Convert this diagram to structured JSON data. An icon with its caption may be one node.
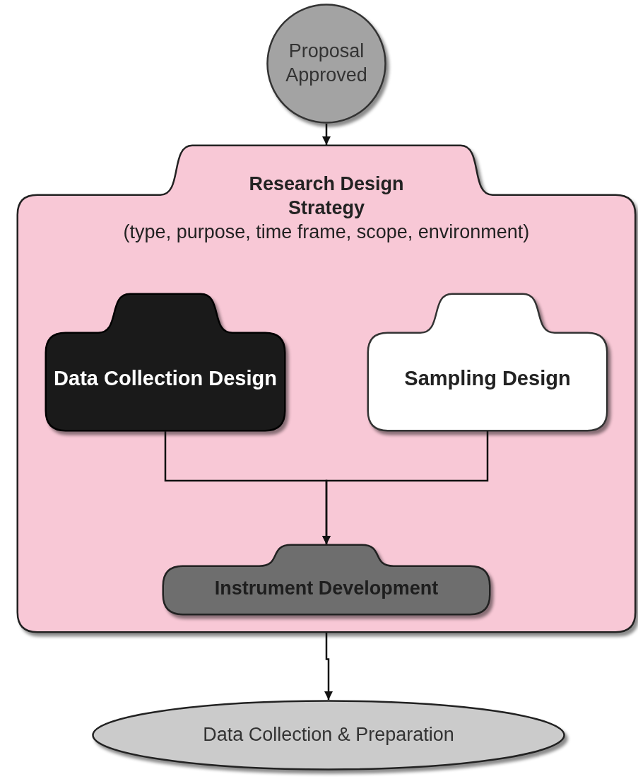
{
  "diagram": {
    "nodes": [
      {
        "text": [
          "Proposal Approved"
        ]
      },
      {
        "text": [
          "Research Design Strategy",
          "(type, purpose, time frame, scope, environment)"
        ]
      },
      {
        "text": [
          "Data Collection Design"
        ],
        "in": 1
      },
      {
        "text": [
          "Sampling Design"
        ],
        "in": 1
      },
      {
        "text": [
          "Instrument Development"
        ],
        "in": 1
      },
      {
        "text": [
          "Data Collection & Preparation"
        ]
      }
    ],
    "edges": [
      {
        "from": 0,
        "to": 1,
        "arrow": "to"
      },
      {
        "from": 2,
        "to": 4,
        "arrow": "to"
      },
      {
        "from": 3,
        "to": 4,
        "arrow": "to"
      },
      {
        "from": 1,
        "to": 5,
        "arrow": "to"
      }
    ]
  }
}
